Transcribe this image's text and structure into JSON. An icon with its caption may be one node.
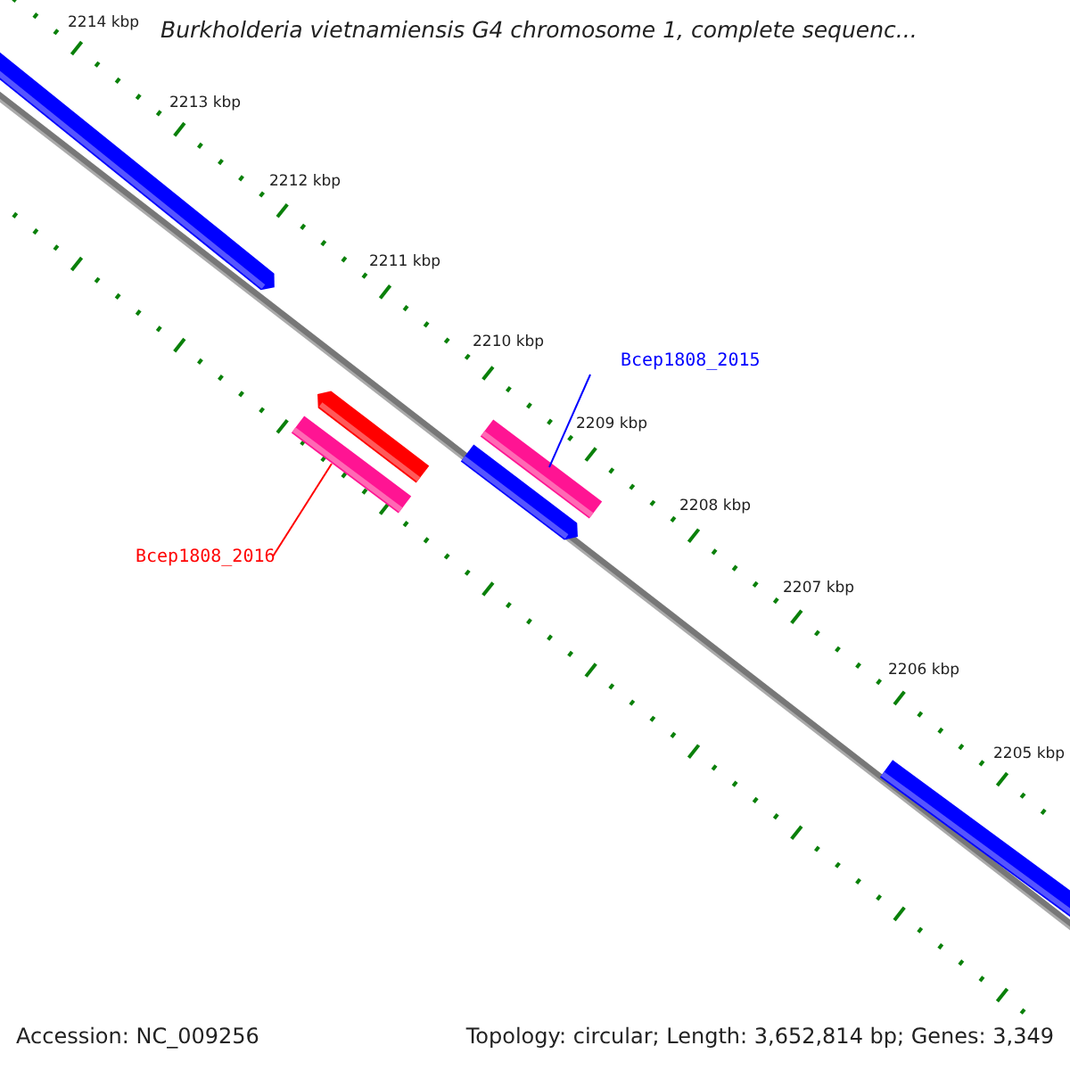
{
  "diagram": {
    "title": "Burkholderia vietnamiensis G4 chromosome 1, complete sequenc...",
    "nodes": [
      {
        "text": [
          "Bcep1808_2015"
        ]
      },
      {
        "text": [],
        "shape": "bar"
      },
      {
        "text": [
          "Bcep1808_2016"
        ]
      },
      {
        "text": [],
        "shape": "bar"
      }
    ],
    "edges": [
      {
        "from": 0,
        "to": 3,
        "arrow": "none",
        "color": "#0000ff"
      },
      {
        "from": 2,
        "to": 1,
        "arrow": "none",
        "color": "#ff0000"
      }
    ],
    "labels": [
      "2214 kbp",
      "2213 kbp",
      "2212 kbp",
      "2211 kbp",
      "2210 kbp",
      "2209 kbp",
      "2208 kbp",
      "2207 kbp",
      "2206 kbp",
      "2205 kbp",
      "Accession: NC_009256",
      "Topology: circular; Length: 3,652,814 bp; Genes: 3,349"
    ]
  }
}
